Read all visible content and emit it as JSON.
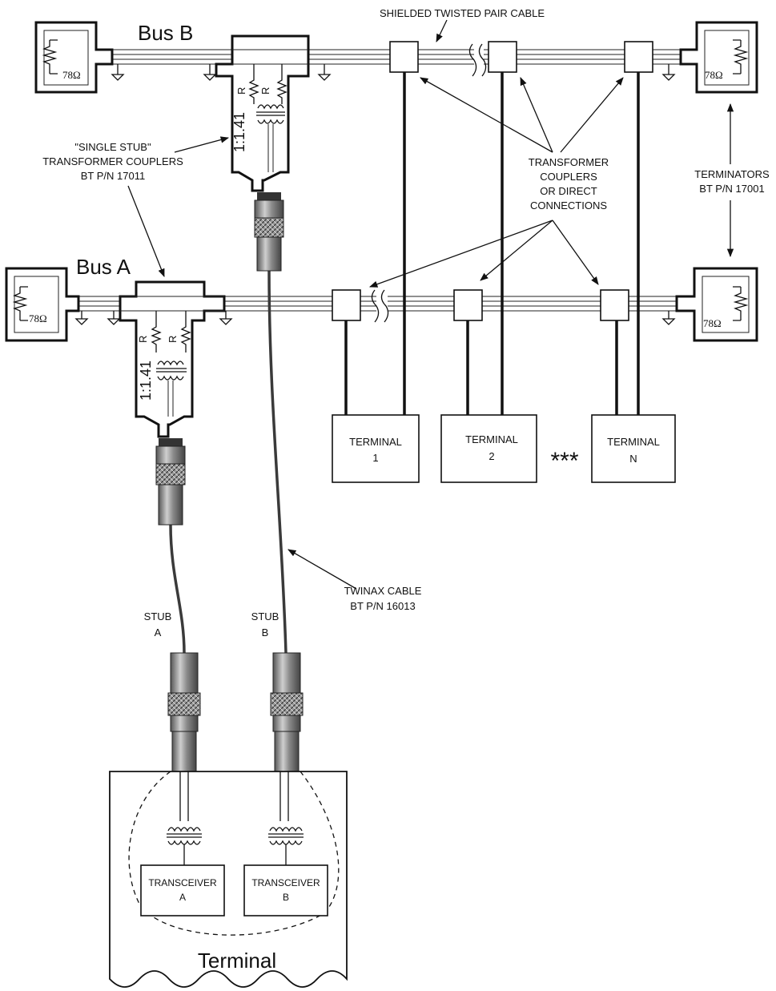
{
  "labels": {
    "bus_b": "Bus B",
    "bus_a": "Bus A",
    "shielded_cable": "SHIELDED TWISTED PAIR CABLE",
    "single_stub_1": "\"SINGLE STUB\"",
    "single_stub_2": "TRANSFORMER COUPLERS",
    "single_stub_3": "BT P/N 17011",
    "tc_1": "TRANSFORMER",
    "tc_2": "COUPLERS",
    "tc_3": "OR DIRECT",
    "tc_4": "CONNECTIONS",
    "terminators_1": "TERMINATORS",
    "terminators_2": "BT P/N 17001",
    "twinax_1": "TWINAX CABLE",
    "twinax_2": "BT P/N 16013",
    "stub_a_1": "STUB",
    "stub_a_2": "A",
    "stub_b_1": "STUB",
    "stub_b_2": "B",
    "ellipsis": "***",
    "terminal": "Terminal"
  },
  "terminators": [
    "78Ω",
    "78Ω",
    "78Ω",
    "78Ω"
  ],
  "coupler": {
    "ratio": "1:1.41",
    "resistor": "R"
  },
  "terminals": [
    {
      "line1": "TERMINAL",
      "line2": "1"
    },
    {
      "line1": "TERMINAL",
      "line2": "2"
    },
    {
      "line1": "TERMINAL",
      "line2": "N"
    }
  ],
  "transceivers": [
    {
      "line1": "TRANSCEIVER",
      "line2": "A"
    },
    {
      "line1": "TRANSCEIVER",
      "line2": "B"
    }
  ],
  "colors": {
    "ink": "#111111",
    "cable": "#3a3a3a",
    "paper": "#ffffff"
  }
}
